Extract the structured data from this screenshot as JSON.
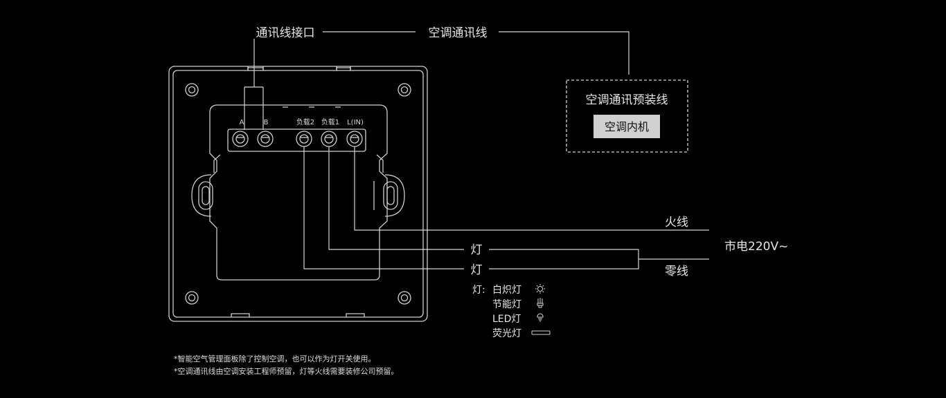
{
  "labels": {
    "comm_port": "通讯线接口",
    "ac_comm_line": "空调通讯线",
    "ac_prewire_box_title": "空调通讯预装线",
    "ac_indoor_unit": "空调内机",
    "live_wire": "火线",
    "neutral_wire": "零线",
    "mains": "市电220V~",
    "lamp_1": "灯",
    "lamp_2": "灯"
  },
  "terminals": {
    "a": "A",
    "b": "B",
    "load2": "负载2",
    "load1": "负载1",
    "l_in": "L(IN)"
  },
  "lamp_legend": {
    "prefix": "灯:",
    "items": [
      {
        "label": "白炽灯",
        "icon": "incandescent-bulb-icon"
      },
      {
        "label": "节能灯",
        "icon": "cfl-bulb-icon"
      },
      {
        "label": "LED灯",
        "icon": "led-bulb-icon"
      },
      {
        "label": "荧光灯",
        "icon": "fluorescent-tube-icon"
      }
    ]
  },
  "notes": [
    "*智能空气管理面板除了控制空调，也可以作为灯开关使用。",
    "*空调通讯线由空调安装工程师预留，灯等火线需要装修公司预留。"
  ],
  "colors": {
    "background": "#000000",
    "line": "#d6d6d6",
    "indoor_unit_fill": "#d0d0d0"
  }
}
